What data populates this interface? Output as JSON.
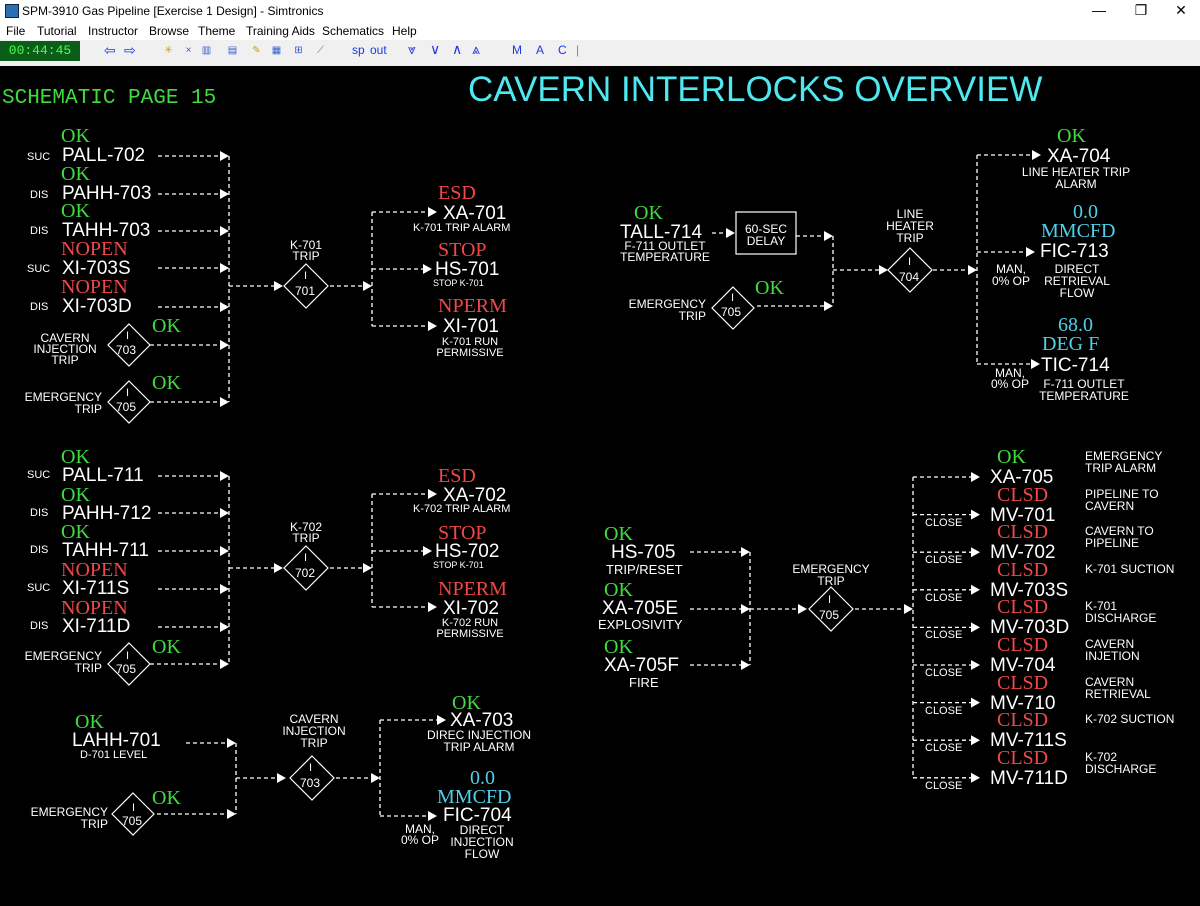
{
  "window": {
    "title": "SPM-3910 Gas Pipeline [Exercise 1 Design] - Simtronics",
    "minimize": "—",
    "restore": "❐",
    "close": "✕"
  },
  "menu": [
    "File",
    "Tutorial",
    "Instructor",
    "Browse",
    "Theme",
    "Training Aids",
    "Schematics",
    "Help"
  ],
  "toolbar": {
    "clock": "00:44:45",
    "sp": "sp",
    "out": "out",
    "m": "M",
    "a": "A",
    "c": "C"
  },
  "page": {
    "label": "SCHEMATIC PAGE 15",
    "title": "CAVERN INTERLOCKS OVERVIEW"
  },
  "colors": {
    "ok": "#3fdc3f",
    "alarm": "#f04848",
    "value": "#4fd0e8",
    "title": "#4fe8ef",
    "background": "#000000"
  },
  "k701": {
    "inputs": [
      {
        "prefix": "SUC",
        "status": "OK",
        "tag": "PALL-702"
      },
      {
        "prefix": "DIS",
        "status": "OK",
        "tag": "PAHH-703"
      },
      {
        "prefix": "DIS",
        "status": "OK",
        "tag": "TAHH-703"
      },
      {
        "prefix": "SUC",
        "status": "NOPEN",
        "tag": "XI-703S"
      },
      {
        "prefix": "DIS",
        "status": "NOPEN",
        "tag": "XI-703D"
      }
    ],
    "cavern_injection_trip": "CAVERN INJECTION TRIP",
    "cavern_status": "OK",
    "i703": "703",
    "emergency_trip": "EMERGENCY TRIP",
    "emergency_status": "OK",
    "i705": "705",
    "trip_label": "K-701 TRIP",
    "interlock": "701",
    "i_letter": "I",
    "outputs": [
      {
        "status": "ESD",
        "tag": "XA-701",
        "desc": "K-701 TRIP ALARM"
      },
      {
        "status": "STOP",
        "tag": "HS-701",
        "desc": "STOP K-701"
      },
      {
        "status": "NPERM",
        "tag": "XI-701",
        "desc": "K-701 RUN PERMISSIVE"
      }
    ]
  },
  "k702": {
    "inputs": [
      {
        "prefix": "SUC",
        "status": "OK",
        "tag": "PALL-711"
      },
      {
        "prefix": "DIS",
        "status": "OK",
        "tag": "PAHH-712"
      },
      {
        "prefix": "DIS",
        "status": "OK",
        "tag": "TAHH-711"
      },
      {
        "prefix": "SUC",
        "status": "NOPEN",
        "tag": "XI-711S"
      },
      {
        "prefix": "DIS",
        "status": "NOPEN",
        "tag": "XI-711D"
      }
    ],
    "emergency_trip": "EMERGENCY TRIP",
    "emergency_status": "OK",
    "i705": "705",
    "trip_label": "K-702 TRIP",
    "interlock": "702",
    "outputs": [
      {
        "status": "ESD",
        "tag": "XA-702",
        "desc": "K-702 TRIP ALARM"
      },
      {
        "status": "STOP",
        "tag": "HS-702",
        "desc": "STOP K-701"
      },
      {
        "status": "NPERM",
        "tag": "XI-702",
        "desc": "K-702 RUN PERMISSIVE"
      }
    ]
  },
  "i703block": {
    "in_status": "OK",
    "in_tag": "LAHH-701",
    "in_desc": "D-701 LEVEL",
    "emergency_trip": "EMERGENCY TRIP",
    "emergency_status": "OK",
    "i705": "705",
    "trip_label": "CAVERN INJECTION TRIP",
    "interlock": "703",
    "xa_status": "OK",
    "xa_tag": "XA-703",
    "xa_desc": "DIREC INJECTION TRIP ALARM",
    "fic_value": "0.0",
    "fic_unit": "MMCFD",
    "fic_tag": "FIC-704",
    "fic_mode": "MAN, 0% OP",
    "fic_desc": "DIRECT INJECTION FLOW"
  },
  "i704block": {
    "tall_status": "OK",
    "tall_tag": "TALL-714",
    "tall_desc": "F-711 OUTLET TEMPERATURE",
    "delay": "60-SEC DELAY",
    "emergency_trip": "EMERGENCY TRIP",
    "emergency_status": "OK",
    "i705": "705",
    "trip_label": "LINE HEATER TRIP",
    "interlock": "704",
    "xa_status": "OK",
    "xa_tag": "XA-704",
    "xa_desc": "LINE HEATER TRIP ALARM",
    "fic_value": "0.0",
    "fic_unit": "MMCFD",
    "fic_tag": "FIC-713",
    "fic_mode": "MAN, 0% OP",
    "fic_desc": "DIRECT RETRIEVAL FLOW",
    "tic_value": "68.0",
    "tic_unit": "DEG F",
    "tic_tag": "TIC-714",
    "tic_mode": "MAN, 0% OP",
    "tic_desc": "F-711 OUTLET TEMPERATURE"
  },
  "i705block": {
    "inputs": [
      {
        "status": "OK",
        "tag": "HS-705",
        "desc": "TRIP/RESET"
      },
      {
        "status": "OK",
        "tag": "XA-705E",
        "desc": "EXPLOSIVITY"
      },
      {
        "status": "OK",
        "tag": "XA-705F",
        "desc": "FIRE"
      }
    ],
    "trip_label": "EMERGENCY TRIP",
    "interlock": "705",
    "outputs": [
      {
        "action": "",
        "status": "OK",
        "tag": "XA-705",
        "desc": "EMERGENCY TRIP ALARM"
      },
      {
        "action": "CLOSE",
        "status": "CLSD",
        "tag": "MV-701",
        "desc": "PIPELINE TO CAVERN"
      },
      {
        "action": "CLOSE",
        "status": "CLSD",
        "tag": "MV-702",
        "desc": "CAVERN TO PIPELINE"
      },
      {
        "action": "CLOSE",
        "status": "CLSD",
        "tag": "MV-703S",
        "desc": "K-701 SUCTION"
      },
      {
        "action": "CLOSE",
        "status": "CLSD",
        "tag": "MV-703D",
        "desc": "K-701 DISCHARGE"
      },
      {
        "action": "CLOSE",
        "status": "CLSD",
        "tag": "MV-704",
        "desc": "CAVERN INJETION"
      },
      {
        "action": "CLOSE",
        "status": "CLSD",
        "tag": "MV-710",
        "desc": "CAVERN RETRIEVAL"
      },
      {
        "action": "CLOSE",
        "status": "CLSD",
        "tag": "MV-711S",
        "desc": "K-702 SUCTION"
      },
      {
        "action": "CLOSE",
        "status": "CLSD",
        "tag": "MV-711D",
        "desc": "K-702 DISCHARGE"
      }
    ]
  }
}
